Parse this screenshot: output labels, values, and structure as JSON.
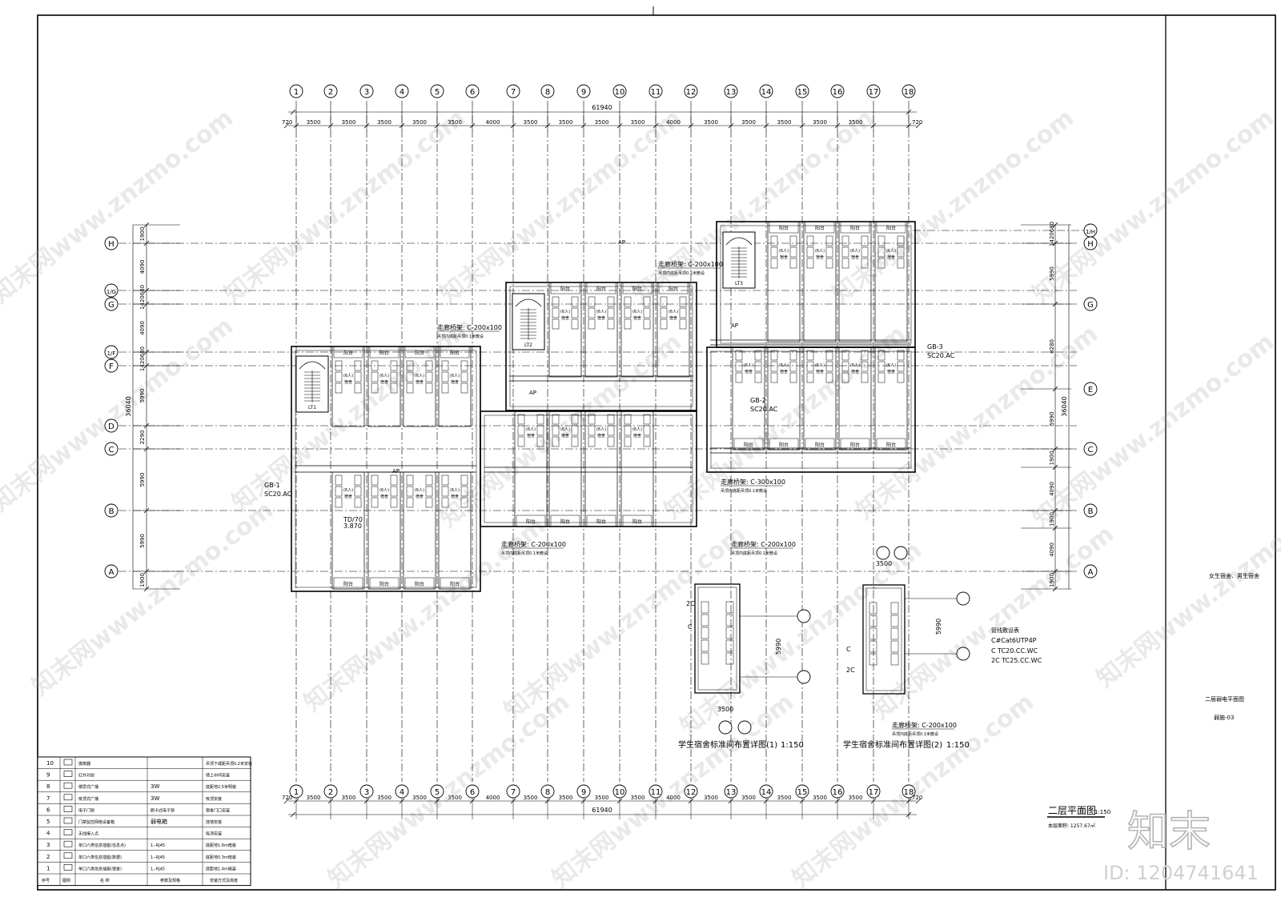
{
  "drawing": {
    "total_dim": "61940",
    "edge_dim": "720",
    "bay_dims": [
      "3500",
      "3500",
      "3500",
      "3500",
      "3500",
      "4000",
      "3500",
      "3500",
      "3500",
      "3500",
      "4000",
      "3500",
      "3500",
      "3500",
      "3500",
      "3500"
    ],
    "axis_numbers": [
      "1",
      "2",
      "3",
      "4",
      "5",
      "6",
      "7",
      "8",
      "9",
      "10",
      "11",
      "12",
      "13",
      "14",
      "15",
      "16",
      "17",
      "18"
    ],
    "left_axes": [
      "H",
      "1/G",
      "G",
      "1/F",
      "F",
      "D",
      "C",
      "B",
      "A"
    ],
    "left_dims": [
      "1900",
      "4090",
      "1420",
      "680",
      "4090",
      "1420",
      "680",
      "5990",
      "2290",
      "5990",
      "5990",
      "1900"
    ],
    "left_total": "36040",
    "right_axes": [
      "1/H",
      "H",
      "G",
      "E",
      "C",
      "B",
      "A"
    ],
    "right_dims": [
      "1420",
      "680",
      "5990",
      "8280",
      "5990",
      "1900",
      "4090",
      "1900",
      "4090",
      "1900"
    ],
    "right_total": "36040",
    "plan_title": "二层平面图",
    "plan_scale": "1:150",
    "area_note": "本层面积: 1257.67㎡",
    "room_labels": {
      "balcony": "阳台",
      "dorm": "宿舍",
      "occupancy": "(6人)"
    },
    "stair_labels": [
      "LT1",
      "LT2",
      "LT3"
    ],
    "callouts": [
      "走廊桥架: C-200x100",
      "走廊桥架: C-200x100",
      "走廊桥架: C-200x100",
      "走廊桥架: C-300x100",
      "走廊桥架: C-200x100",
      "走廊桥架: C-200x100"
    ],
    "callout_note": "吊顶内底距吊顶0.1米敷设",
    "equipment_tags": [
      "GB-1",
      "SC20.AC",
      "GB-3",
      "SC20.AC",
      "GB-2",
      "SC20.AC",
      "TD/70",
      "3.870",
      "AP",
      "AP",
      "AP",
      "AP"
    ],
    "cable_notes": [
      "管线敷设表",
      "C#Cat6UTP4P",
      "C   TC20.CC.WC",
      "2C  TC25.CC.WC"
    ],
    "detail1": {
      "title": "学生宿舍标准间布置详图(1)",
      "scale": "1:150",
      "dim_w": "3500",
      "dim_h": "5990",
      "tags": [
        "2C",
        "C"
      ]
    },
    "detail2": {
      "title": "学生宿舍标准间布置详图(2)",
      "scale": "1:150",
      "dim_w": "3500",
      "dim_h": "5990",
      "tags": [
        "C",
        "2C"
      ]
    }
  },
  "legend": {
    "headers": [
      "序号",
      "图例",
      "名 称",
      "参数及规格",
      "安装方式及高度"
    ],
    "rows": [
      {
        "no": "10",
        "name": "摄像器",
        "spec": "",
        "install": "吊顶下或距吊顶0.2米安装"
      },
      {
        "no": "9",
        "name": "红外对射",
        "spec": "",
        "install": "墙上中间安装"
      },
      {
        "no": "8",
        "name": "楼层式广播",
        "spec": "3W",
        "install": "底距地2.5米明装"
      },
      {
        "no": "7",
        "name": "吸顶式广播",
        "spec": "3W",
        "install": "吸顶安装"
      },
      {
        "no": "6",
        "name": "电子门锁",
        "spec": "刷卡式电子锁",
        "install": "宿舍门口安装"
      },
      {
        "no": "5",
        "name": "门禁监控网络设备箱",
        "spec": "弱电箱",
        "install": "挂墙安装"
      },
      {
        "no": "4",
        "name": "无线接入点",
        "spec": "",
        "install": "吸顶安装"
      },
      {
        "no": "3",
        "name": "单口六类信息插座(信息点)",
        "spec": "1--RJ45",
        "install": "底距地1.6m暗装"
      },
      {
        "no": "2",
        "name": "单口六类信息插座(数据)",
        "spec": "1--RJ45",
        "install": "底距地0.3m暗装"
      },
      {
        "no": "1",
        "name": "单口六类信息插座(宿舍)",
        "spec": "1--RJ45",
        "install": "底距地1.4m暗装"
      }
    ]
  },
  "title_block": {
    "project": "女生宿舍、男生宿舍",
    "sheet_title": "二层弱电平面图",
    "sheet_no": "弱施-03"
  },
  "watermark": {
    "text": "知末网www.znzmo.com",
    "brand": "知末",
    "id": "ID: 1204741641"
  }
}
